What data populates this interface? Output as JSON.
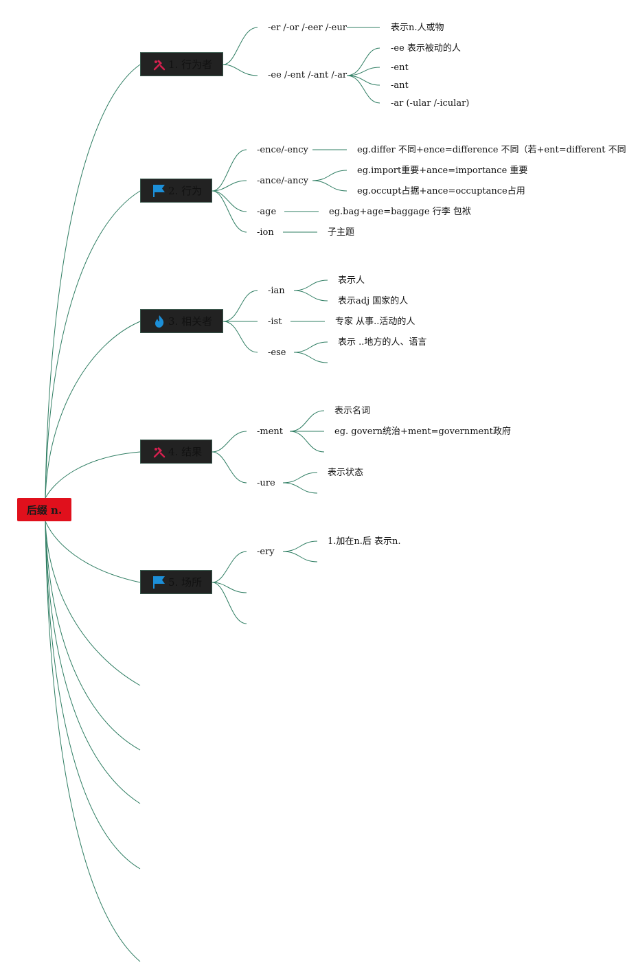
{
  "root": "后缀 n.",
  "topics": [
    {
      "label": "1. 行为者",
      "icon": "tools-icon"
    },
    {
      "label": "2. 行为",
      "icon": "flag-icon"
    },
    {
      "label": "3. 相关者",
      "icon": "fire-icon"
    },
    {
      "label": "4. 结果",
      "icon": "tools-icon"
    },
    {
      "label": "5. 场所",
      "icon": "flag-icon"
    }
  ],
  "nodes": {
    "er": "-er /-or /-eer /-eur",
    "er_note": "表示n.人或物",
    "ee": "-ee /-ent /-ant /-ar",
    "ee_1": "-ee 表示被动的人",
    "ee_2": "-ent",
    "ee_3": "-ant",
    "ee_4": "-ar (-ular /-icular)",
    "ence": "-ence/-ency",
    "ence_note": "eg.differ 不同+ence=difference 不同（若+ent=different 不同",
    "ance": "-ance/-ancy",
    "ance_1": "eg.import重要+ance=importance 重要",
    "ance_2": "eg.occupt占据+ance=occuptance占用",
    "age": "-age",
    "age_note": "eg.bag+age=baggage 行李 包袱",
    "ion": "-ion",
    "ion_note": "子主题",
    "ian": "-ian",
    "ian_1": "表示人",
    "ian_2": "表示adj 国家的人",
    "ist": "-ist",
    "ist_note": "专家 从事..活动的人",
    "ese": "-ese",
    "ese_1": "表示 ..地方的人、语言",
    "ment": "-ment",
    "ment_1": "表示名词",
    "ment_2": "eg. govern统治+ment=government政府",
    "ure": "-ure",
    "ure_1": "表示状态",
    "ery": "-ery",
    "ery_1": "1.加在n.后 表示n."
  },
  "colors": {
    "root_fill": "#e0101c",
    "topic_fill": "#222222",
    "line": "#2e7d62",
    "icon_red": "#d6204f",
    "icon_blue": "#1c8fd8"
  }
}
